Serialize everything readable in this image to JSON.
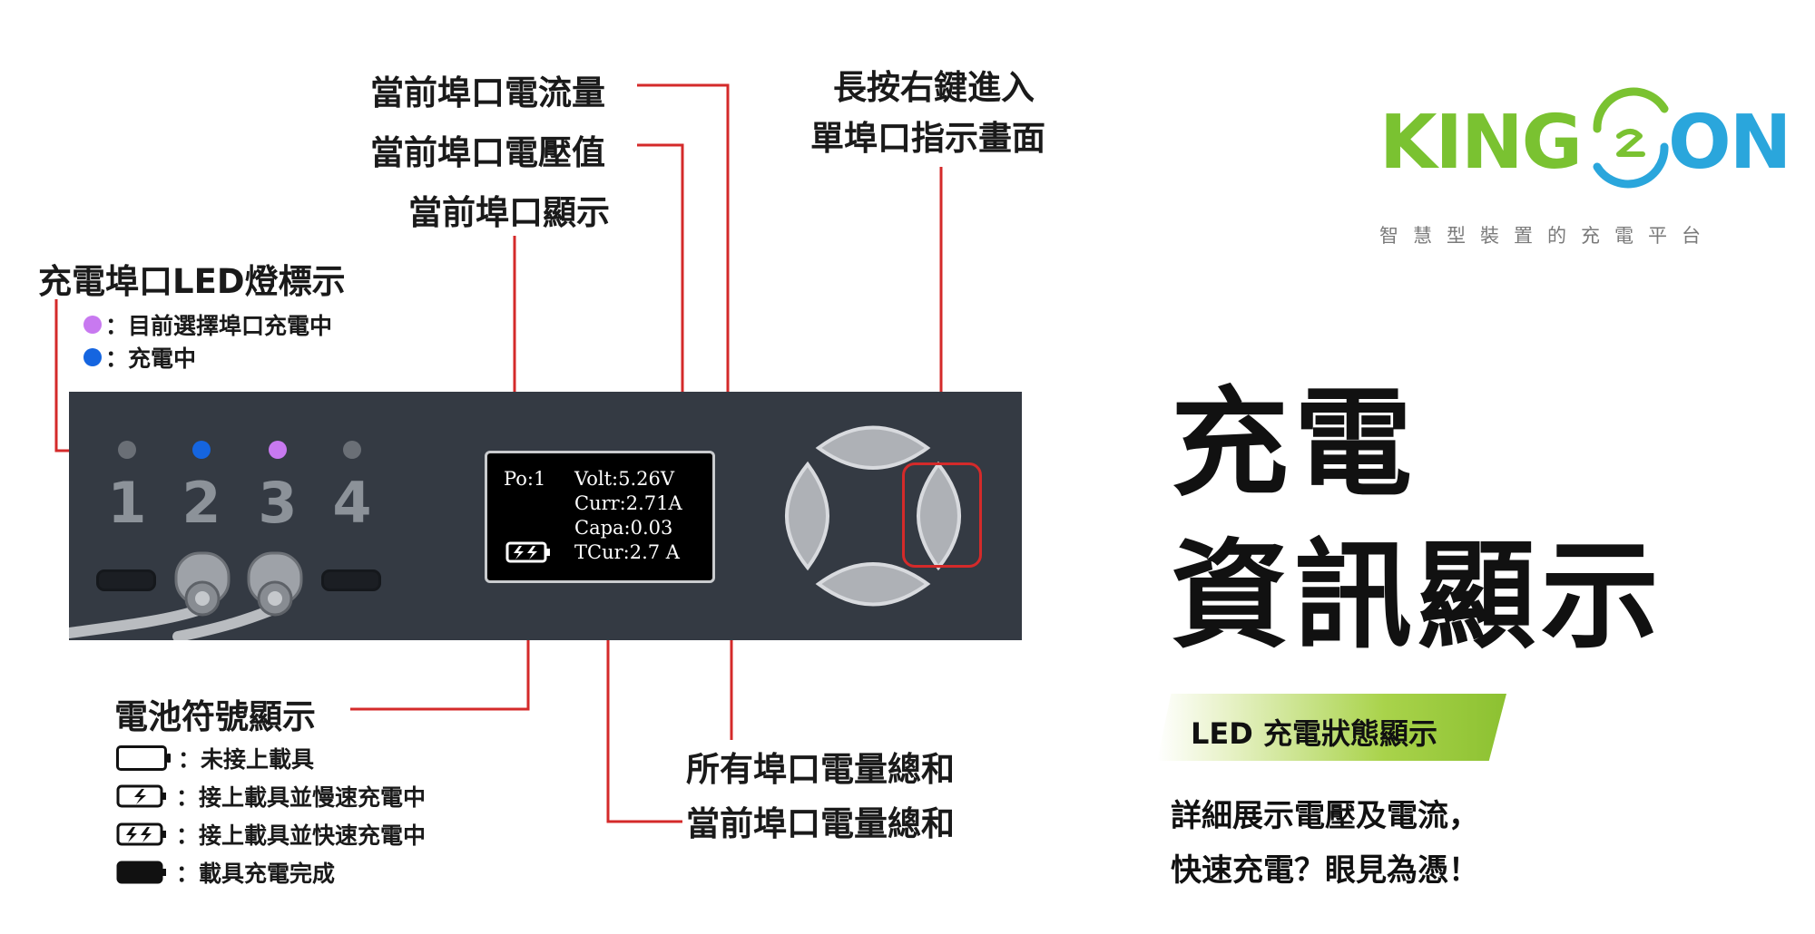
{
  "labels": {
    "current_port_current": "當前埠口電流量",
    "current_port_voltage": "當前埠口電壓值",
    "current_port_display": "當前埠口顯示",
    "long_press_line1": "長按右鍵進入",
    "long_press_line2": "單埠口指示畫面",
    "led_title": "充電埠口LED燈標示",
    "led_legend_purple": "：目前選擇埠口充電中",
    "led_legend_blue": "：充電中",
    "battery_title": "電池符號顯示",
    "battery_legend": [
      "：未接上載具",
      "：接上載具並慢速充電中",
      "：接上載具並快速充電中",
      "：載具充電完成"
    ],
    "total_all_ports": "所有埠口電量總和",
    "total_current_port": "當前埠口電量總和"
  },
  "panel": {
    "ports": [
      "1",
      "2",
      "3",
      "4"
    ],
    "led_states": [
      "off",
      "blue",
      "purple",
      "off"
    ],
    "cables_connected": [
      false,
      true,
      true,
      false
    ]
  },
  "display": {
    "port": "Po:1",
    "volt": "Volt:5.26V",
    "curr": "Curr:2.71A",
    "capa": "Capa:0.03",
    "tcur": "TCur:2.7 A"
  },
  "title": {
    "line1": "充電",
    "line2": "資訊顯示",
    "banner": "LED 充電狀態顯示",
    "desc_line1": "詳細展示電壓及電流，",
    "desc_line2": "快速充電？眼見為憑！"
  },
  "logo": {
    "brand_left": "KING",
    "brand_right": "ON",
    "tagline": "智慧型裝置的充電平台"
  },
  "colors": {
    "annotation_red": "#d42a2a",
    "led_purple": "#c879f0",
    "led_blue": "#1565e0",
    "led_off": "#6a6f76",
    "logo_green": "#7ac231",
    "logo_blue": "#2aa6dc",
    "panel": "#343a43"
  }
}
